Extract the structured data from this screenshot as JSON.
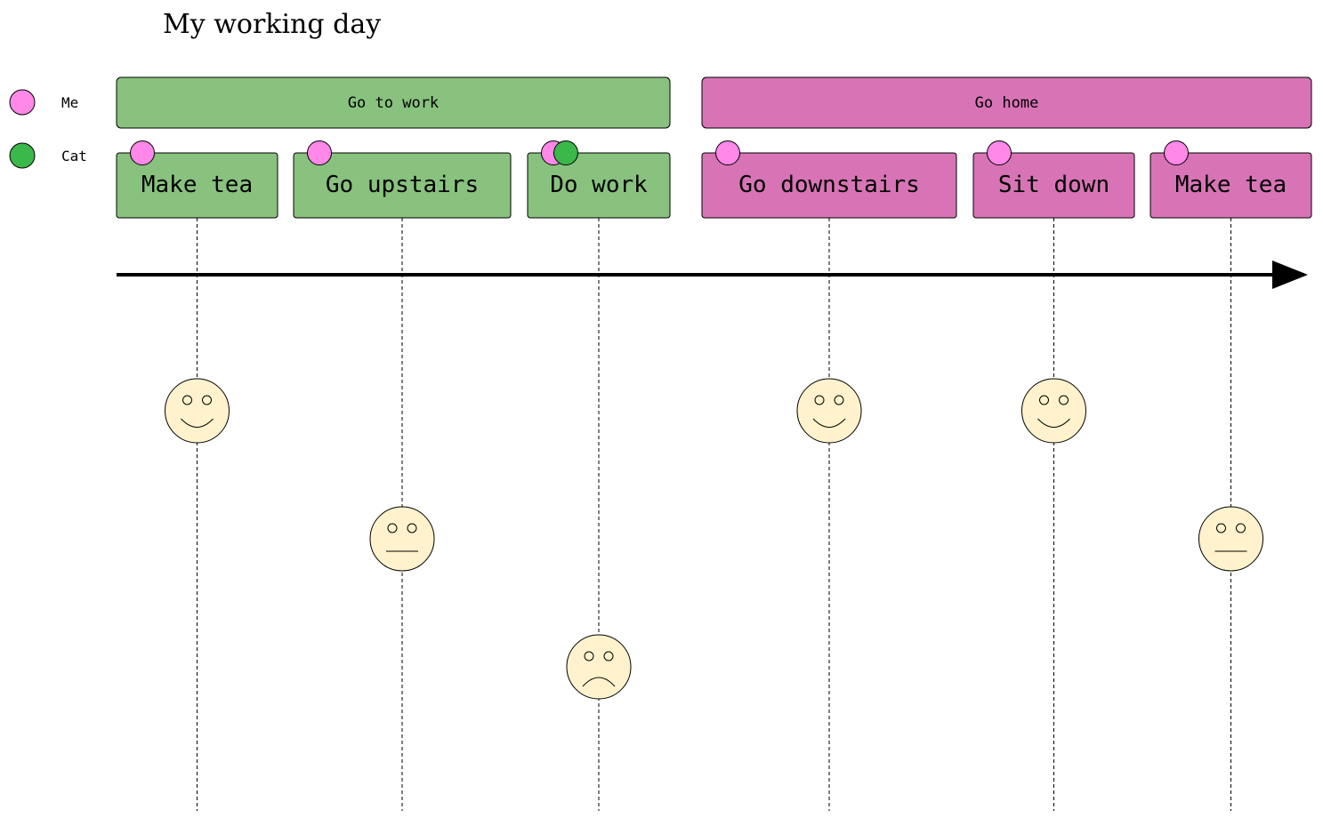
{
  "title": "My working day",
  "colors": {
    "me": "#ff88e8",
    "cat": "#3bb84a",
    "section_1": "#88c27e",
    "section_2": "#d874b6",
    "face_fill": "#fff2cc",
    "face_eye": "#f3c948"
  },
  "legend": [
    {
      "label": "Me",
      "color_key": "me"
    },
    {
      "label": "Cat",
      "color_key": "cat"
    }
  ],
  "sections": [
    {
      "label": "Go to work",
      "color_key": "section_1"
    },
    {
      "label": "Go home",
      "color_key": "section_2"
    }
  ],
  "tasks": [
    {
      "label": "Make tea",
      "section": 0,
      "score": 5,
      "actors": [
        "me"
      ],
      "face": "happy-face-icon"
    },
    {
      "label": "Go upstairs",
      "section": 0,
      "score": 3,
      "actors": [
        "me"
      ],
      "face": "neutral-face-icon"
    },
    {
      "label": "Do work",
      "section": 0,
      "score": 1,
      "actors": [
        "me",
        "cat"
      ],
      "face": "sad-face-icon"
    },
    {
      "label": "Go downstairs",
      "section": 1,
      "score": 5,
      "actors": [
        "me"
      ],
      "face": "happy-face-icon"
    },
    {
      "label": "Sit down",
      "section": 1,
      "score": 5,
      "actors": [
        "me"
      ],
      "face": "happy-face-icon"
    },
    {
      "label": "Make tea",
      "section": 1,
      "score": 3,
      "actors": [
        "me"
      ],
      "face": "neutral-face-icon"
    }
  ]
}
